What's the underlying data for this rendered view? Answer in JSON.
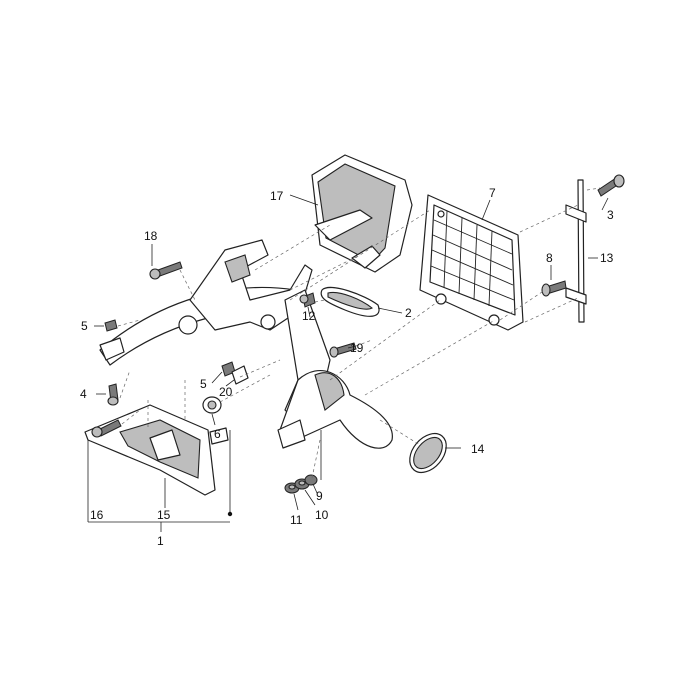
{
  "callouts": [
    {
      "id": "c1",
      "text": "1"
    },
    {
      "id": "c2",
      "text": "2"
    },
    {
      "id": "c3",
      "text": "3"
    },
    {
      "id": "c4",
      "text": "4"
    },
    {
      "id": "c5a",
      "text": "5"
    },
    {
      "id": "c5b",
      "text": "5"
    },
    {
      "id": "c6",
      "text": "6"
    },
    {
      "id": "c7",
      "text": "7"
    },
    {
      "id": "c8",
      "text": "8"
    },
    {
      "id": "c9",
      "text": "9"
    },
    {
      "id": "c10",
      "text": "10"
    },
    {
      "id": "c11",
      "text": "11"
    },
    {
      "id": "c12",
      "text": "12"
    },
    {
      "id": "c13",
      "text": "13"
    },
    {
      "id": "c14",
      "text": "14"
    },
    {
      "id": "c15",
      "text": "15"
    },
    {
      "id": "c16",
      "text": "16"
    },
    {
      "id": "c17",
      "text": "17"
    },
    {
      "id": "c18",
      "text": "18"
    },
    {
      "id": "c19",
      "text": "19"
    },
    {
      "id": "c20",
      "text": "20"
    }
  ]
}
